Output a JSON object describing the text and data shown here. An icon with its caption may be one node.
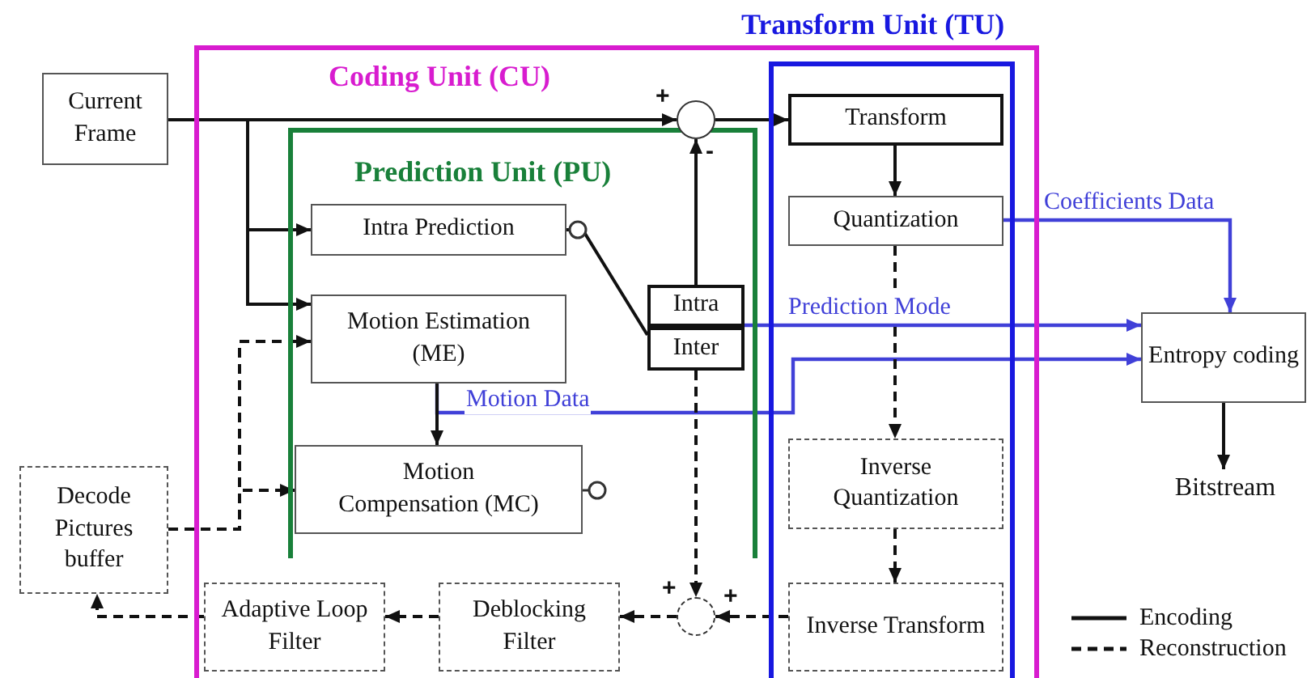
{
  "diagram": {
    "nodes": [
      {
        "text": [
          "Current Frame"
        ]
      },
      {
        "text": [
          "Coding Unit (CU)"
        ]
      },
      {
        "text": [
          "Prediction Unit (PU)"
        ],
        "in": 1
      },
      {
        "text": [
          "Intra Prediction"
        ],
        "in": 2
      },
      {
        "text": [
          "Motion Estimation (ME)"
        ],
        "in": 2
      },
      {
        "text": [
          "Motion Compensation (MC)"
        ],
        "in": 2
      },
      {
        "text": [
          "Intra"
        ],
        "in": 2
      },
      {
        "text": [
          "Inter"
        ],
        "in": 2
      },
      {
        "text": [
          "Transform Unit (TU)"
        ],
        "in": 1
      },
      {
        "text": [
          "Transform"
        ],
        "in": 8
      },
      {
        "text": [
          "Quantization"
        ],
        "in": 8
      },
      {
        "text": [
          "Inverse Quantization"
        ],
        "in": 8
      },
      {
        "text": [
          "Inverse Transform"
        ],
        "in": 8
      },
      {
        "text": [
          "Entropy coding"
        ]
      },
      {
        "text": [
          "Bitstream"
        ]
      },
      {
        "text": [
          "Decode Pictures buffer"
        ]
      },
      {
        "text": [
          "Adaptive Loop Filter"
        ],
        "in": 1
      },
      {
        "text": [
          "Deblocking Filter"
        ],
        "in": 1
      },
      {
        "text": [],
        "shape": "circle",
        "in": 1
      },
      {
        "text": [],
        "shape": "circle",
        "in": 1
      }
    ],
    "edges": [
      {
        "from": 0,
        "to": 18,
        "arrow": "to"
      },
      {
        "from": 0,
        "to": 3,
        "arrow": "to"
      },
      {
        "from": 0,
        "to": 4,
        "arrow": "to"
      },
      {
        "from": 18,
        "to": 9,
        "arrow": "to"
      },
      {
        "from": 9,
        "to": 10,
        "arrow": "to"
      },
      {
        "from": 6,
        "to": 18,
        "arrow": "to"
      },
      {
        "from": 10,
        "to": 13,
        "arrow": "to",
        "label": "Coefficients Data",
        "color": "#4040d8"
      },
      {
        "from": 6,
        "to": 13,
        "arrow": "to",
        "label": "Prediction Mode",
        "color": "#4040d8"
      },
      {
        "from": 4,
        "to": 13,
        "arrow": "to",
        "label": "Motion Data",
        "color": "#4040d8"
      },
      {
        "from": 4,
        "to": 5,
        "arrow": "to"
      },
      {
        "from": 13,
        "to": 14,
        "arrow": "to"
      },
      {
        "from": 10,
        "to": 11,
        "arrow": "to",
        "style": "dashed"
      },
      {
        "from": 11,
        "to": 12,
        "arrow": "to",
        "style": "dashed"
      },
      {
        "from": 12,
        "to": 19,
        "arrow": "to",
        "style": "dashed"
      },
      {
        "from": 7,
        "to": 19,
        "arrow": "to",
        "style": "dashed"
      },
      {
        "from": 19,
        "to": 17,
        "arrow": "to",
        "style": "dashed"
      },
      {
        "from": 17,
        "to": 16,
        "arrow": "to",
        "style": "dashed"
      },
      {
        "from": 16,
        "to": 15,
        "arrow": "to",
        "style": "dashed"
      },
      {
        "from": 15,
        "to": 4,
        "arrow": "to",
        "style": "dashed"
      },
      {
        "from": 15,
        "to": 5,
        "arrow": "to",
        "style": "dashed"
      },
      {
        "from": 3,
        "to": 6,
        "arrow": "none"
      }
    ],
    "labels": [
      "+",
      "-",
      "+",
      "+"
    ],
    "legend": [
      {
        "text": "Encoding"
      },
      {
        "text": "Reconstruction"
      }
    ]
  }
}
